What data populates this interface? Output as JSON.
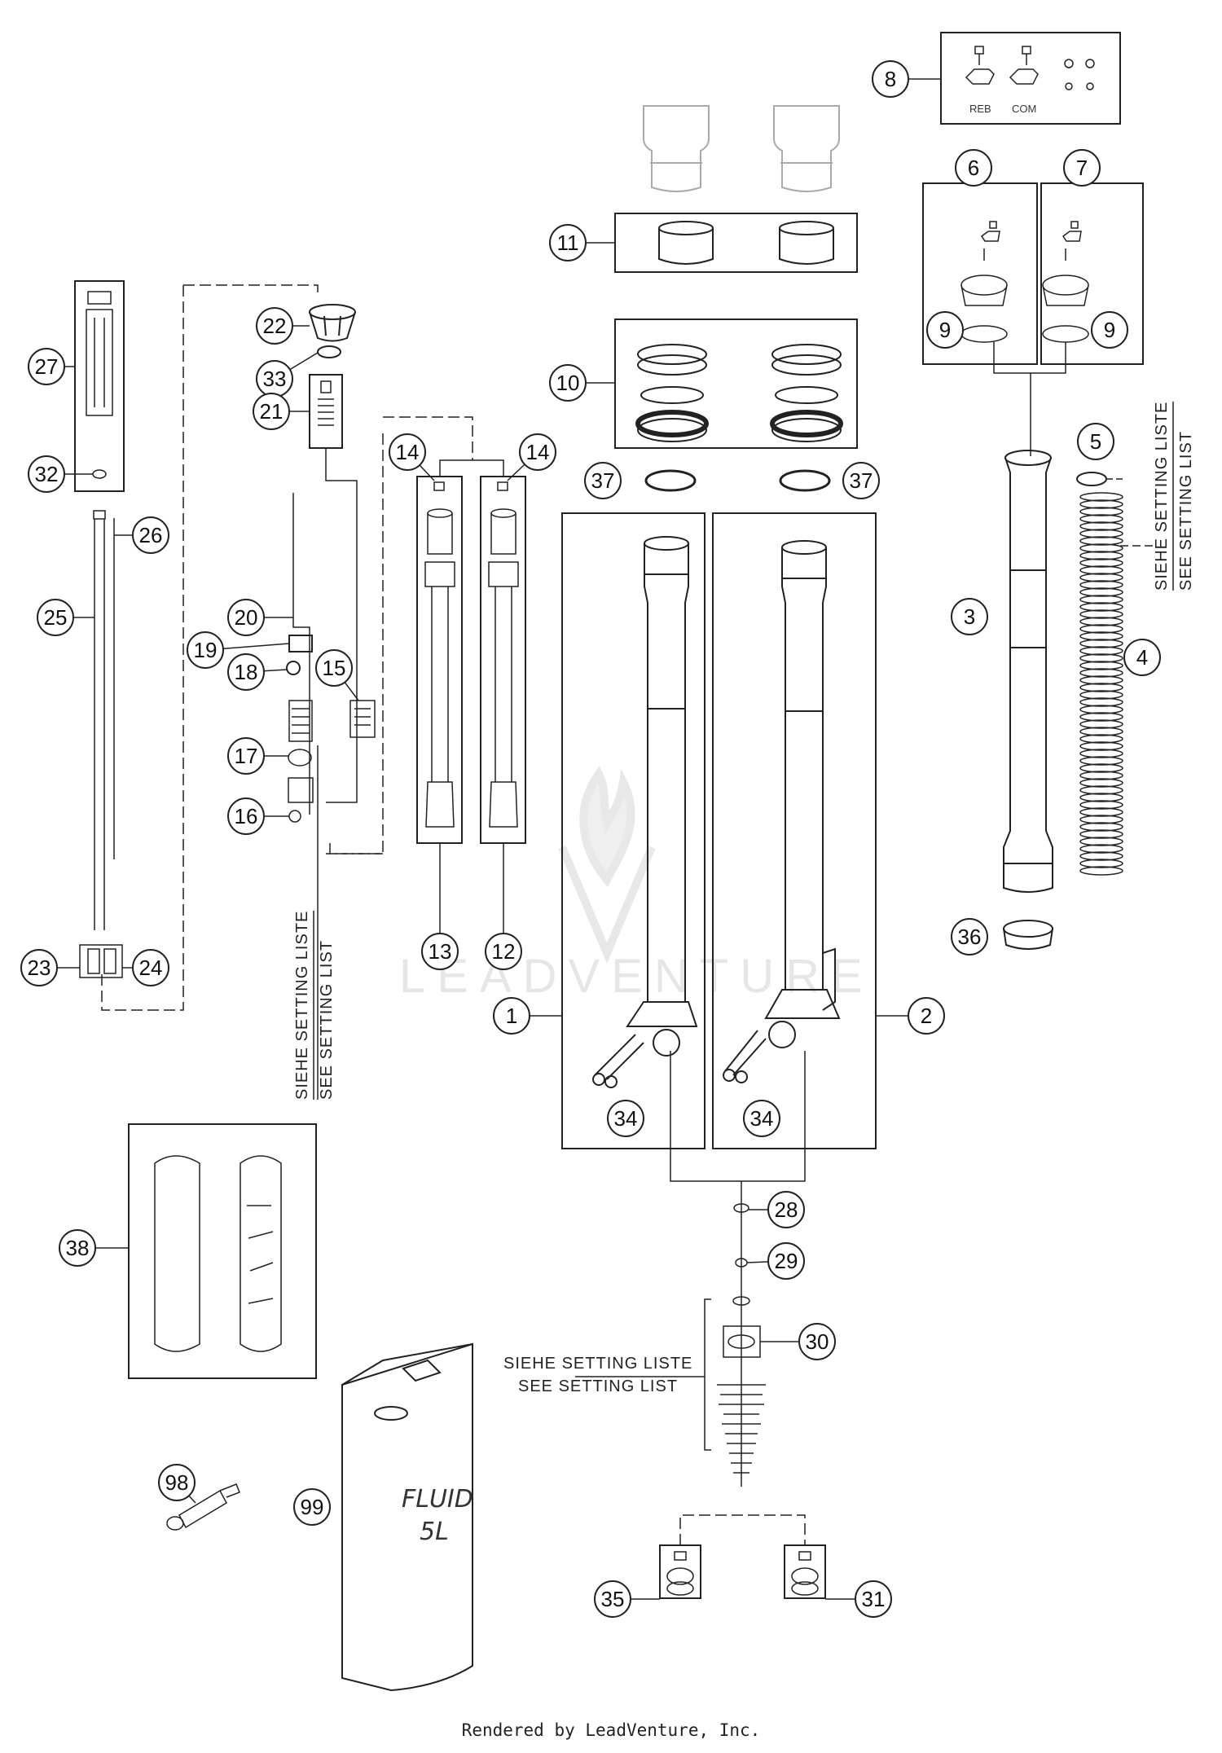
{
  "callouts": {
    "c1": "1",
    "c2": "2",
    "c3": "3",
    "c4": "4",
    "c5": "5",
    "c6": "6",
    "c7": "7",
    "c8": "8",
    "c9a": "9",
    "c9b": "9",
    "c10": "10",
    "c11": "11",
    "c12": "12",
    "c13": "13",
    "c14a": "14",
    "c14b": "14",
    "c15": "15",
    "c16": "16",
    "c17": "17",
    "c18": "18",
    "c19": "19",
    "c20": "20",
    "c21": "21",
    "c22": "22",
    "c23": "23",
    "c24": "24",
    "c25": "25",
    "c26": "26",
    "c27": "27",
    "c28": "28",
    "c29": "29",
    "c30": "30",
    "c31": "31",
    "c32": "32",
    "c33": "33",
    "c34a": "34",
    "c34b": "34",
    "c35": "35",
    "c36": "36",
    "c37a": "37",
    "c37b": "37",
    "c38": "38",
    "c98": "98",
    "c99": "99"
  },
  "notes": {
    "siehe": "SIEHE SETTING LISTE",
    "see": "SEE SETTING LIST"
  },
  "labels": {
    "reb": "REB",
    "com": "COM",
    "fluid_line1": "FLUID",
    "fluid_line2": "5L"
  },
  "watermark": "LEADVENTURE",
  "footer": "Rendered by LeadVenture, Inc."
}
